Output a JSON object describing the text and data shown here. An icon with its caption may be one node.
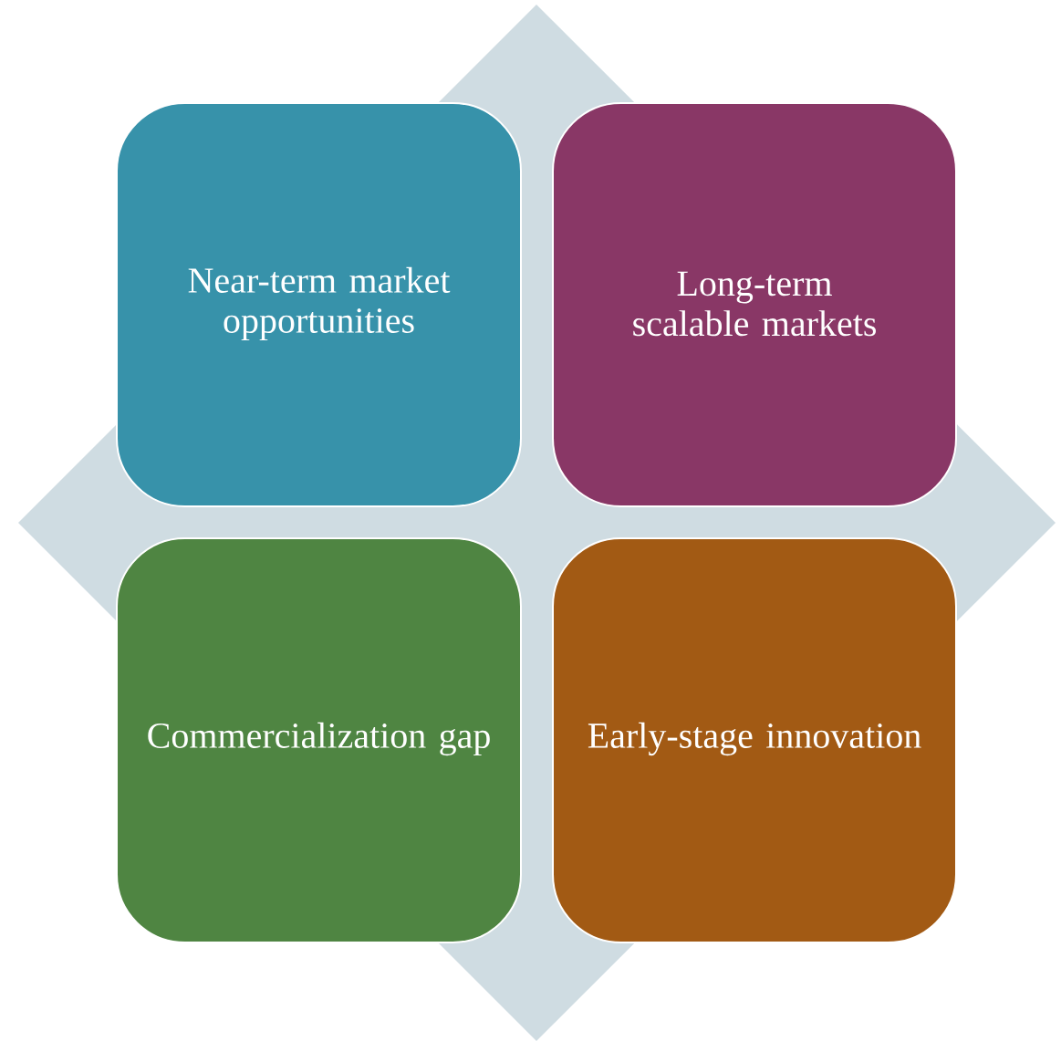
{
  "diagram": {
    "nodes": [
      {
        "text": [
          "Near-term market opportunities"
        ]
      },
      {
        "text": [
          "Long-term scalable markets"
        ]
      },
      {
        "text": [
          "Commercialization gap"
        ]
      },
      {
        "text": [
          "Early-stage innovation"
        ]
      }
    ]
  }
}
